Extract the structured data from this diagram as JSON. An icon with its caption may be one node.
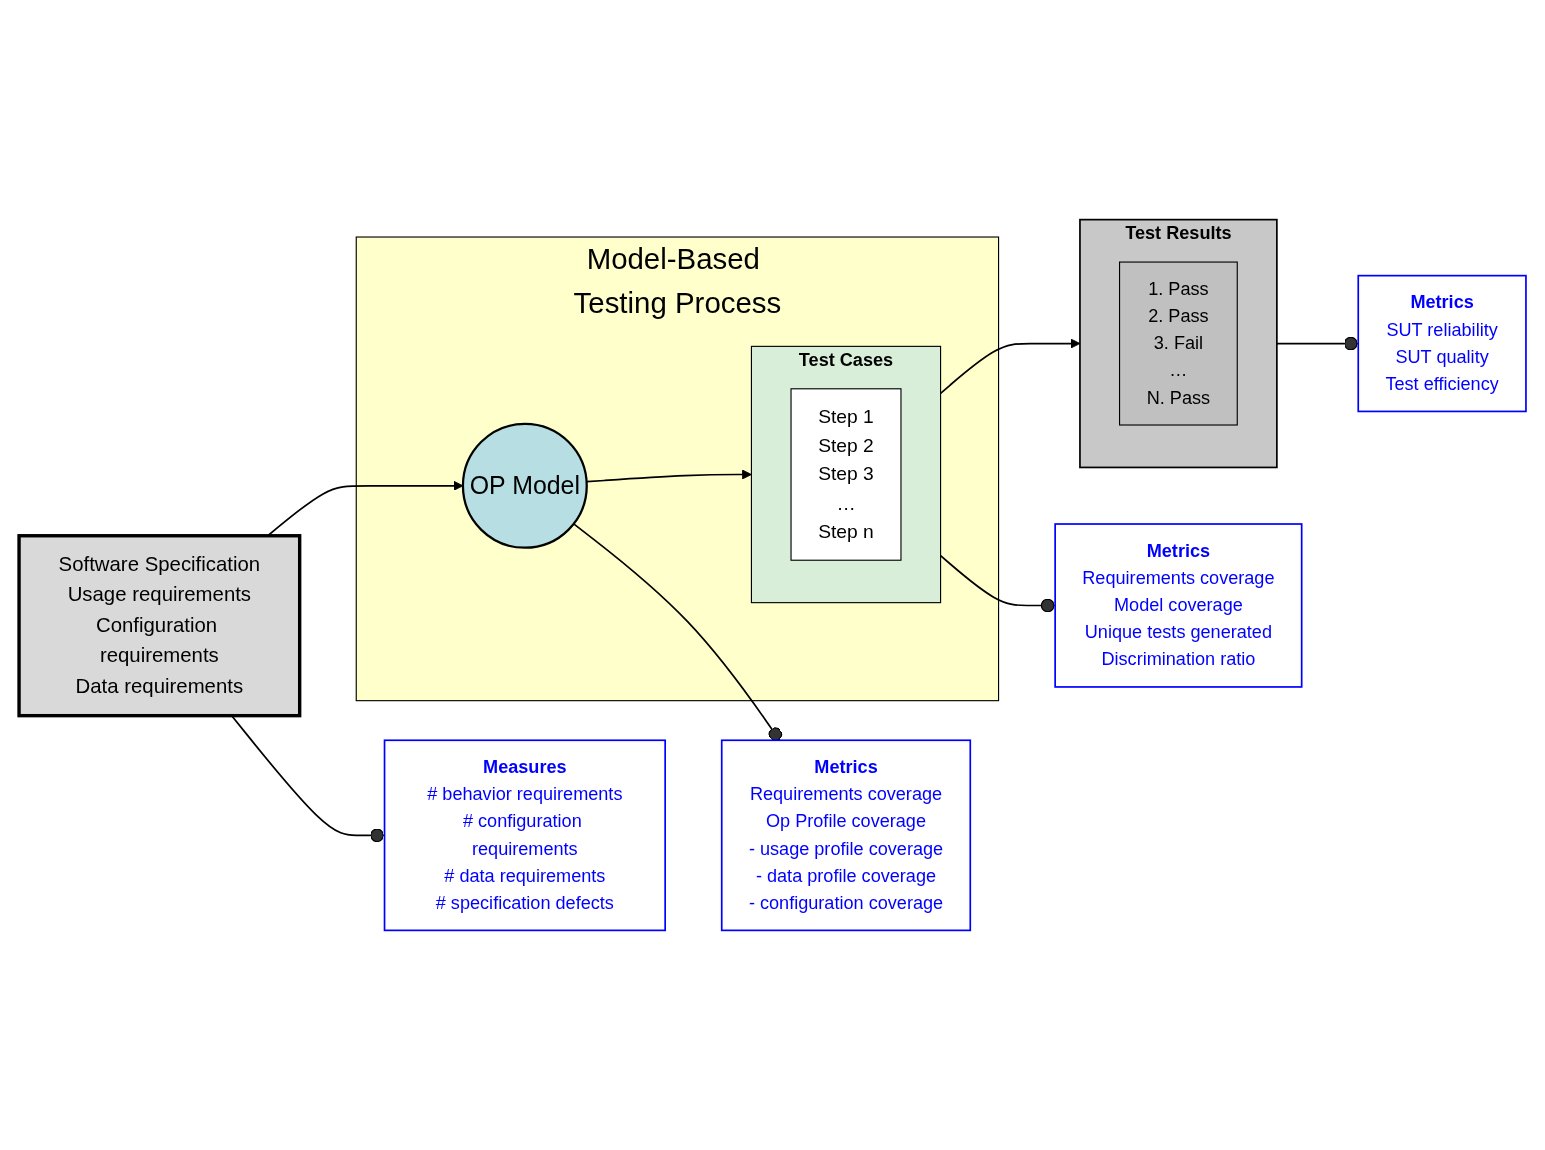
{
  "diagram": {
    "nodes": [
      {
        "text": [
          "Software Specification",
          "Usage requirements",
          "Configuration requirements",
          "Data requirements"
        ]
      },
      {
        "text": [
          "Measures",
          "# behavior requirements",
          "# configuration requirements",
          "# data requirements",
          "# specification defects"
        ]
      },
      {
        "text": [
          "Model-Based Testing Process"
        ]
      },
      {
        "text": [
          "OP Model"
        ],
        "in": 2
      },
      {
        "text": [
          "Test Cases"
        ],
        "in": 2
      },
      {
        "text": [
          "Step 1",
          "Step 2",
          "Step 3",
          "…",
          "Step n"
        ],
        "in": 4
      },
      {
        "text": [
          "Metrics",
          "Requirements coverage",
          "Op Profile coverage",
          "- usage profile coverage",
          "- data profile coverage",
          "- configuration coverage"
        ]
      },
      {
        "text": [
          "Metrics",
          "Requirements coverage",
          "Model coverage",
          "Unique tests generated",
          "Discrimination ratio"
        ]
      },
      {
        "text": [
          "Test Results"
        ]
      },
      {
        "text": [
          "1.  Pass",
          "2.  Pass",
          "3.  Fail",
          "…",
          "N.  Pass"
        ],
        "in": 8
      },
      {
        "text": [
          "Metrics",
          "SUT reliability",
          "SUT quality",
          "Test efficiency"
        ]
      }
    ],
    "edges": [
      {
        "from": 0,
        "to": 1,
        "arrow": "other"
      },
      {
        "from": 0,
        "to": 3,
        "arrow": "to"
      },
      {
        "from": 3,
        "to": 6,
        "arrow": "other"
      },
      {
        "from": 3,
        "to": 4,
        "arrow": "to"
      },
      {
        "from": 4,
        "to": 7,
        "arrow": "other"
      },
      {
        "from": 4,
        "to": 8,
        "arrow": "to"
      },
      {
        "from": 8,
        "to": 10,
        "arrow": "other"
      }
    ]
  }
}
